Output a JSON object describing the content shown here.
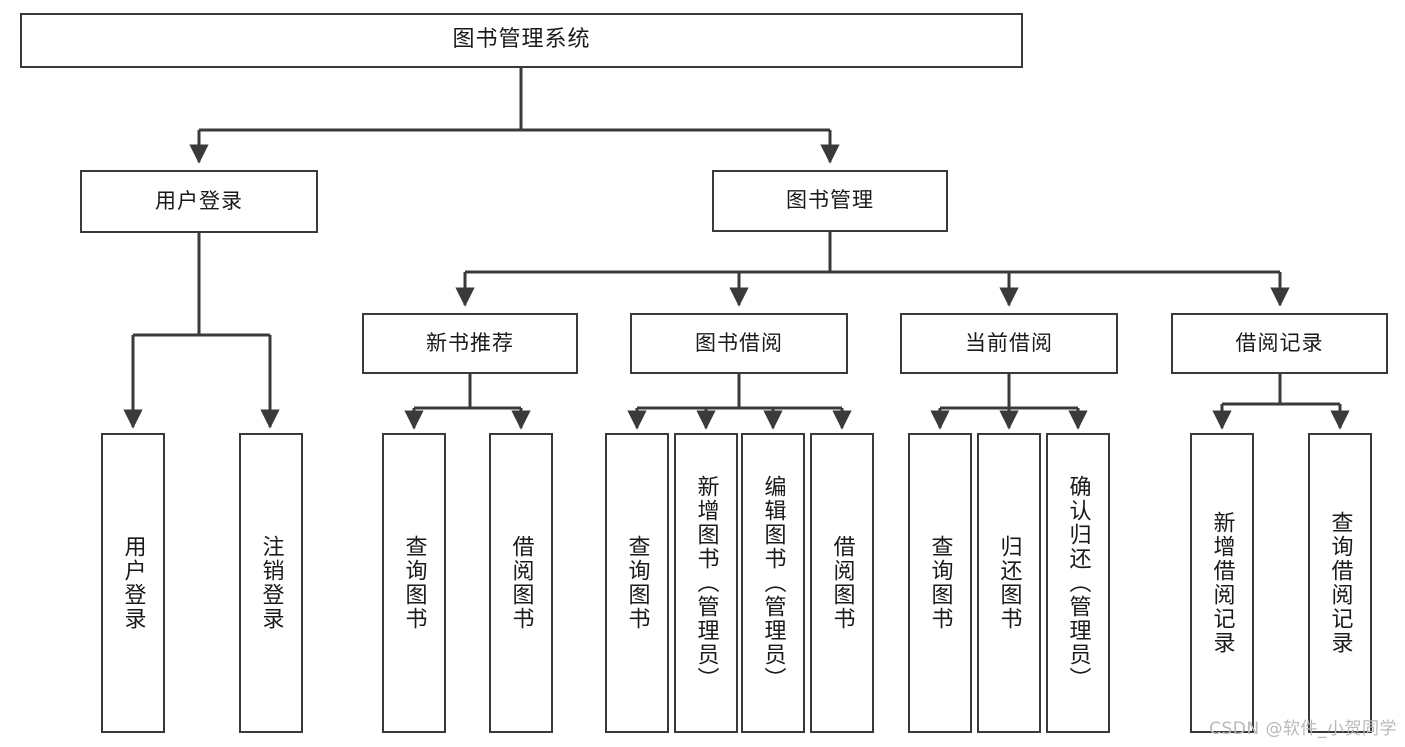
{
  "diagram": {
    "title": "图书管理系统",
    "type": "tree-structure-chart",
    "root": {
      "id": "root",
      "label": "图书管理系统"
    },
    "level1": [
      {
        "id": "user-login",
        "label": "用户登录"
      },
      {
        "id": "book-manage",
        "label": "图书管理"
      }
    ],
    "level2": [
      {
        "id": "new-book-rec",
        "label": "新书推荐",
        "parent": "book-manage"
      },
      {
        "id": "book-borrow",
        "label": "图书借阅",
        "parent": "book-manage"
      },
      {
        "id": "current-borrow",
        "label": "当前借阅",
        "parent": "book-manage"
      },
      {
        "id": "borrow-record",
        "label": "借阅记录",
        "parent": "book-manage"
      }
    ],
    "leaves": {
      "user-login": [
        {
          "id": "leaf-user-login",
          "label": "用户登录"
        },
        {
          "id": "leaf-logout",
          "label": "注销登录"
        }
      ],
      "new-book-rec": [
        {
          "id": "leaf-query-book-1",
          "label": "查询图书"
        },
        {
          "id": "leaf-borrow-book-1",
          "label": "借阅图书"
        }
      ],
      "book-borrow": [
        {
          "id": "leaf-query-book-2",
          "label": "查询图书"
        },
        {
          "id": "leaf-add-book",
          "label": "新增图书（管理员）"
        },
        {
          "id": "leaf-edit-book",
          "label": "编辑图书（管理员）"
        },
        {
          "id": "leaf-borrow-book-2",
          "label": "借阅图书"
        }
      ],
      "current-borrow": [
        {
          "id": "leaf-query-book-3",
          "label": "查询图书"
        },
        {
          "id": "leaf-return-book",
          "label": "归还图书"
        },
        {
          "id": "leaf-confirm-return",
          "label": "确认归还（管理员）"
        }
      ],
      "borrow-record": [
        {
          "id": "leaf-add-record",
          "label": "新增借阅记录"
        },
        {
          "id": "leaf-query-record",
          "label": "查询借阅记录"
        }
      ]
    },
    "watermark": "CSDN @软件_小贺同学",
    "colors": {
      "stroke": "#3a3a3a",
      "background": "#ffffff",
      "text": "#1a1a1a",
      "watermark": "#b9b9b9"
    }
  }
}
